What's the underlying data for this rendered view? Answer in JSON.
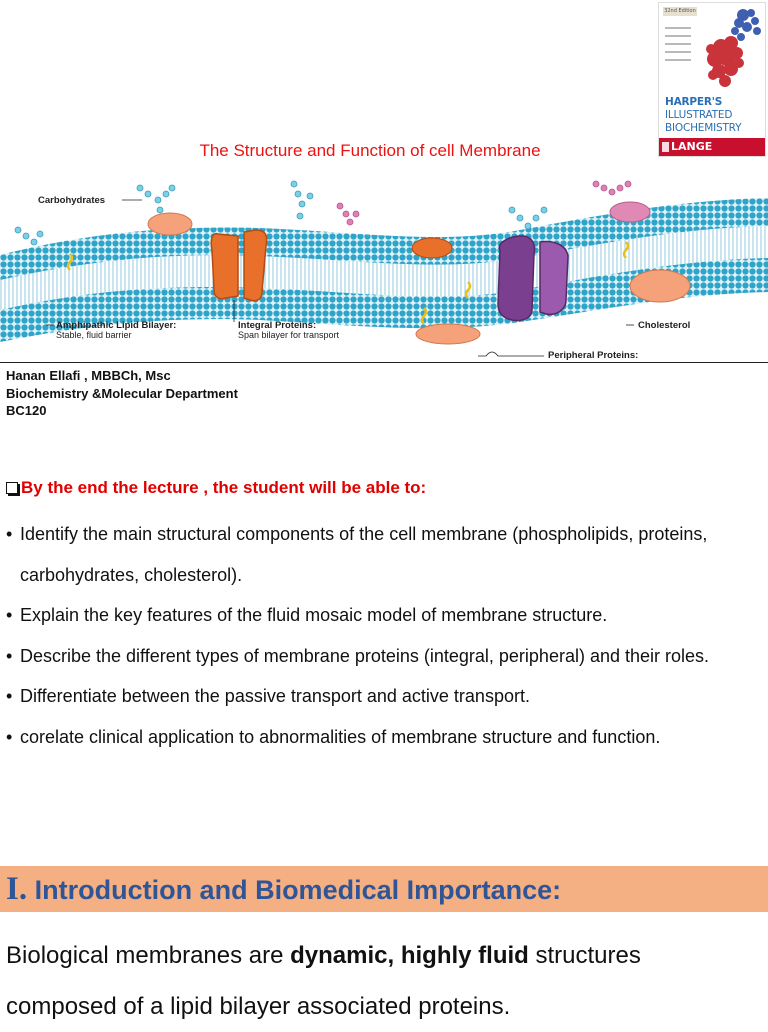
{
  "book": {
    "edition_tag": "32nd Edition",
    "title_line1": "HARPER'S",
    "title_line2": "ILLUSTRATED",
    "title_line3": "BIOCHEMISTRY",
    "publisher": "LANGE",
    "accent_color": "#c8102e"
  },
  "slide_title": "The Structure and Function of cell Membrane",
  "diagram": {
    "labels": {
      "carbohydrates": "Carbohydrates",
      "lipid_bilayer": "Amphipathic Lipid Bilayer:",
      "lipid_bilayer_sub": "Stable, fluid barrier",
      "integral": "Integral Proteins:",
      "integral_sub": "Span bilayer for transport",
      "cholesterol": "Cholesterol",
      "peripheral": "Peripheral Proteins:"
    },
    "colors": {
      "lipid_head": "#2ea4c8",
      "integral_protein": "#e8702a",
      "channel_protein": "#7b3f8f",
      "peripheral_protein": "#f5a27a"
    }
  },
  "author": {
    "name": "Hanan Ellafi , MBBCh, Msc",
    "department": "Biochemistry &Molecular Department",
    "course": "BC120"
  },
  "objectives": {
    "heading": "By the end the lecture ,  the student will be able to:",
    "bullet": "•",
    "items": [
      "Identify the main structural components of the cell membrane (phospholipids, proteins, carbohydrates, cholesterol).",
      "Explain the key features of the fluid mosaic model of membrane structure.",
      "Describe the different types of membrane proteins (integral, peripheral) and their roles.",
      "Differentiate between the passive transport and active transport.",
      "corelate clinical  application to abnormalities of membrane structure and function."
    ]
  },
  "section": {
    "number": "I.",
    "title": " Introduction and Biomedical Importance:",
    "banner_color": "#f4b083",
    "title_color": "#2f5597"
  },
  "intro": {
    "text_before": "Biological membranes are ",
    "bold": "dynamic, highly fluid",
    "text_after": " structures composed of a lipid bilayer associated proteins."
  }
}
